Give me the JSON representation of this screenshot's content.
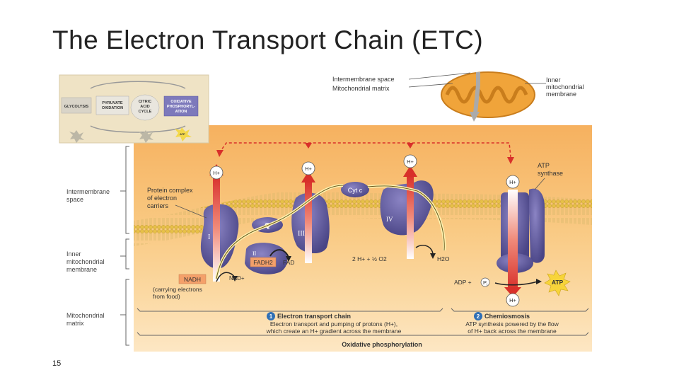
{
  "slide": {
    "title": "The Electron Transport Chain (ETC)",
    "page_number": "15"
  },
  "inset": {
    "glycolysis": "GLYCOLYSIS",
    "pyruvate": [
      "PYRUVATE",
      "OXIDATION"
    ],
    "citric": [
      "CITRIC",
      "ACID",
      "CYCLE"
    ],
    "oxphos": [
      "OXIDATIVE",
      "PHOSPHORYL-",
      "ATION"
    ],
    "atp": "ATP"
  },
  "mito_labels": {
    "intermembrane": "Intermembrane space",
    "matrix": "Mitochondrial matrix",
    "inner": [
      "Inner",
      "mitochondrial",
      "membrane"
    ]
  },
  "side_labels": {
    "intermembrane": [
      "Intermembrane",
      "space"
    ],
    "inner": [
      "Inner",
      "mitochondrial",
      "membrane"
    ],
    "matrix": [
      "Mitochondrial",
      "matrix"
    ]
  },
  "diagram": {
    "protein_complex": [
      "Protein complex",
      "of electron",
      "carriers"
    ],
    "h_plus": "H+",
    "cyt_c": "Cyt c",
    "q": "Q",
    "complex_1": "I",
    "complex_2": "II",
    "complex_3": "III",
    "complex_4": "IV",
    "fadh2": "FADH2",
    "fad": "FAD",
    "nadh": "NADH",
    "nad": "NAD+",
    "carrying": [
      "(carrying electrons",
      "from food)"
    ],
    "water_eq": "2 H+ + ½ O2",
    "h2o": "H2O",
    "atp_synthase": [
      "ATP",
      "synthase"
    ],
    "adp": "ADP +",
    "pi": "P",
    "pi_sub": "i",
    "atp": "ATP"
  },
  "steps": {
    "step1_num": "1",
    "step1_title": "Electron transport chain",
    "step1_desc": [
      "Electron transport and pumping of protons (H+),",
      "which create an H+ gradient across the membrane"
    ],
    "step2_num": "2",
    "step2_title": "Chemiosmosis",
    "step2_desc": [
      "ATP synthesis powered by the flow",
      "of H+ back across the membrane"
    ],
    "oxphos": "Oxidative phosphorylation"
  }
}
